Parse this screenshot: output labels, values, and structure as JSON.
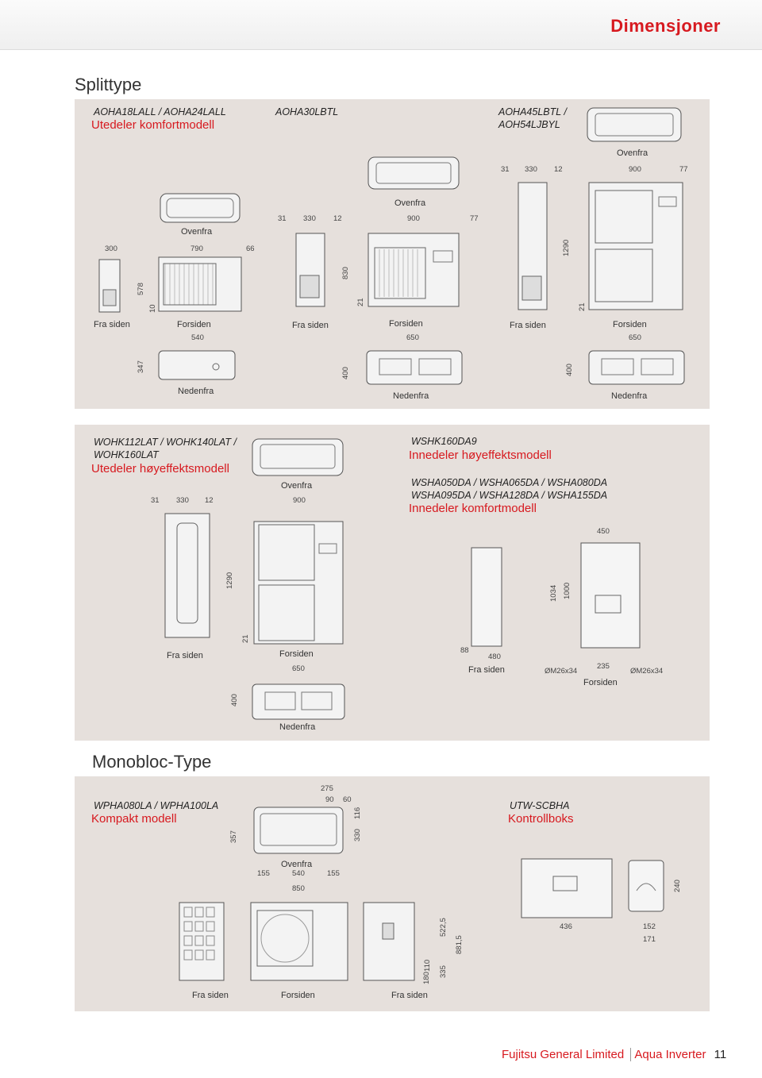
{
  "header": {
    "title": "Dimensjoner"
  },
  "sections": {
    "split": "Splittype",
    "mono": "Monobloc-Type"
  },
  "panel1": {
    "a": {
      "model": "AOHA18LALL / AOHA24LALL",
      "subtitle": "Utedeler komfortmodell"
    },
    "b": {
      "model": "AOHA30LBTL"
    },
    "c": {
      "model_line1": "AOHA45LBTL /",
      "model_line2": "AOH54LJBYL"
    }
  },
  "panel2": {
    "a": {
      "model_line1": "WOHK112LAT / WOHK140LAT /",
      "model_line2": "WOHK160LAT",
      "subtitle": "Utedeler høyeffektsmodell"
    },
    "b": {
      "model": "WSHK160DA9",
      "subtitle": "Innedeler høyeffektsmodell",
      "model2_line1": "WSHA050DA / WSHA065DA / WSHA080DA",
      "model2_line2": "WSHA095DA / WSHA128DA / WSHA155DA",
      "subtitle2": "Innedeler komfortmodell"
    }
  },
  "panel3": {
    "a": {
      "model": "WPHA080LA / WPHA100LA",
      "subtitle": "Kompakt modell"
    },
    "b": {
      "model": "UTW-SCBHA",
      "subtitle": "Kontrollboks"
    }
  },
  "labels": {
    "ovenfra": "Ovenfra",
    "fra_siden": "Fra siden",
    "forsiden": "Forsiden",
    "nedenfra": "Nedenfra"
  },
  "dims": {
    "d300": "300",
    "d790": "790",
    "d66": "66",
    "d578": "578",
    "d10": "10",
    "d540": "540",
    "d347": "347",
    "d31": "31",
    "d330": "330",
    "d12": "12",
    "d900": "900",
    "d77": "77",
    "d830": "830",
    "d21": "21",
    "d650": "650",
    "d400": "400",
    "d1290": "1290",
    "d450": "450",
    "d1034": "1034",
    "d1000": "1000",
    "d88": "88",
    "d480": "480",
    "d235": "235",
    "dM26": "ØM26x34",
    "d275": "275",
    "d90": "90",
    "d60": "60",
    "d116": "116",
    "d330b": "330",
    "d357": "357",
    "d155": "155",
    "d850": "850",
    "d522": "522,5",
    "d881": "881,5",
    "d335": "335",
    "d180": "180",
    "d110": "110",
    "d240": "240",
    "d436": "436",
    "d152": "152",
    "d171": "171"
  },
  "footer": {
    "brand": "Fujitsu General Limited",
    "product": "Aqua Inverter",
    "page": "11"
  }
}
